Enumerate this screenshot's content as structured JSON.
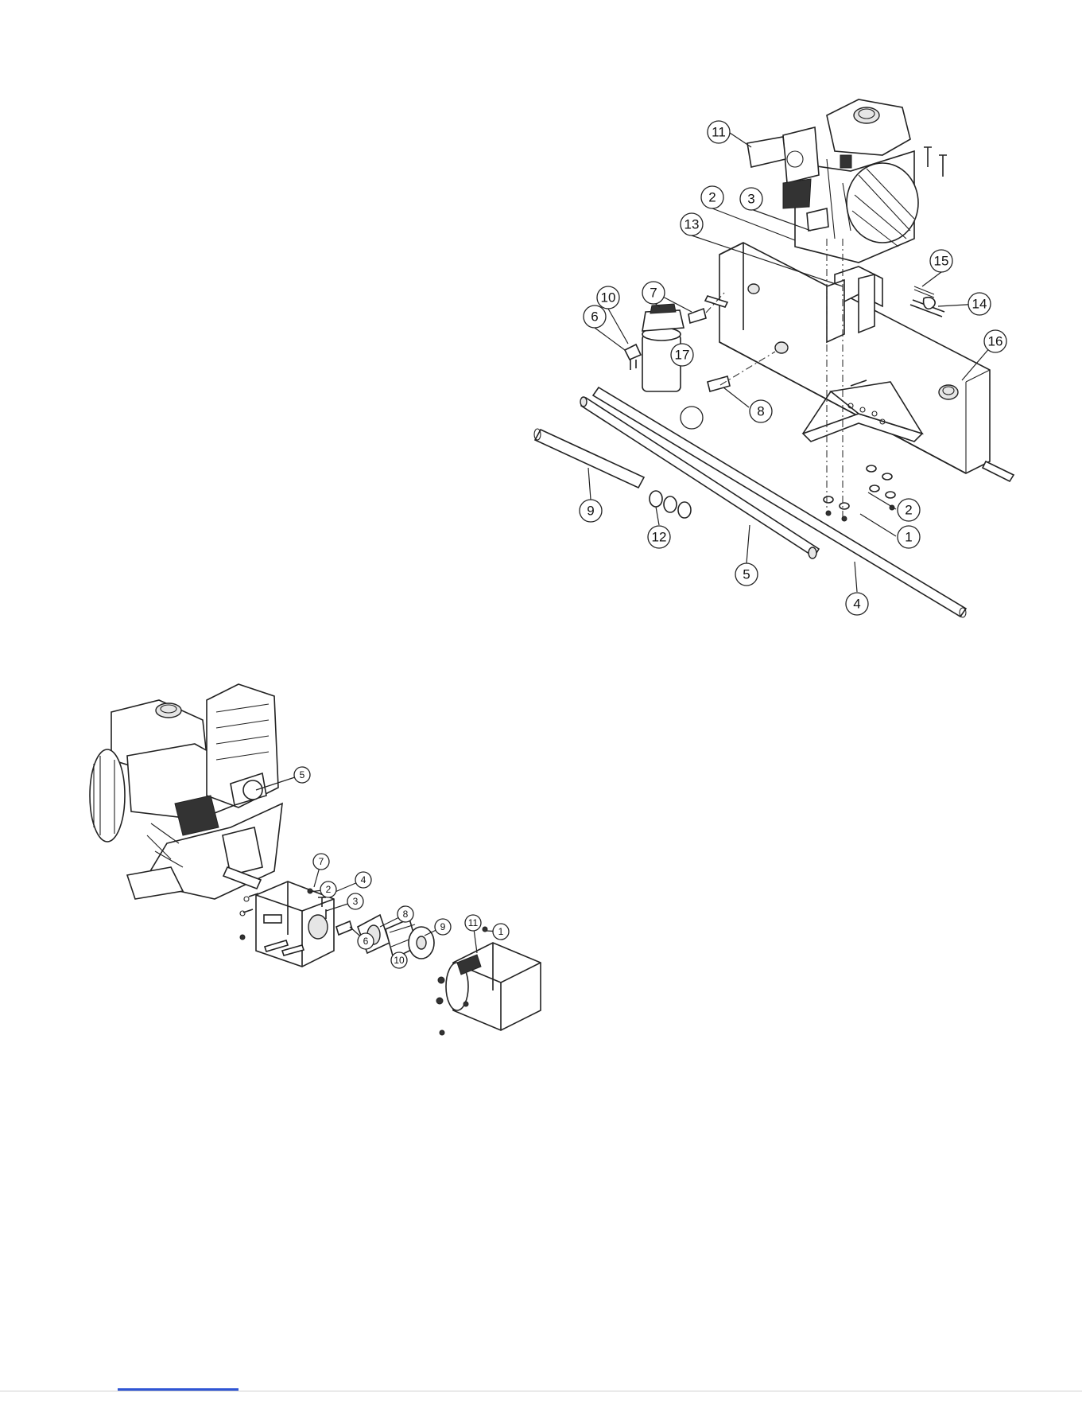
{
  "diagram_top": {
    "callouts": [
      "1",
      "2",
      "2",
      "3",
      "4",
      "5",
      "6",
      "7",
      "8",
      "9",
      "10",
      "11",
      "12",
      "13",
      "14",
      "15",
      "16",
      "17",
      ""
    ]
  },
  "diagram_bottom": {
    "callouts": [
      "1",
      "2",
      "3",
      "4",
      "5",
      "6",
      "7",
      "8",
      "9",
      "10",
      "11"
    ]
  },
  "colors": {
    "line": "#222222",
    "background": "#ffffff",
    "footer_link": "#2f55d4"
  }
}
